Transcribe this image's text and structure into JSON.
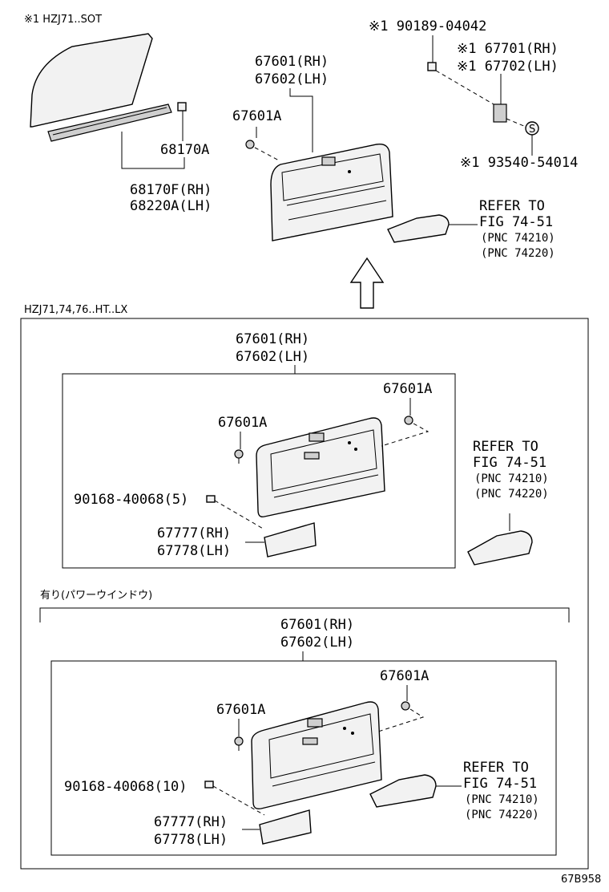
{
  "figure_code": "67B958",
  "top": {
    "model_note": "※1 HZJ71..SOT",
    "labels": {
      "glass_part": "68170A",
      "rail_rh": "68170F(RH)",
      "rail_lh": "68220A(LH)",
      "board_rh": "67601(RH)",
      "board_lh": "67602(LH)",
      "clip": "67601A",
      "screw": "※1 90189-04042",
      "bracket_rh": "※1 67701(RH)",
      "bracket_lh": "※1 67702(LH)",
      "bolt": "※1 93540-54014",
      "refer_1": "REFER TO",
      "refer_2": "FIG 74-51",
      "refer_3": "(PNC 74210)",
      "refer_4": "(PNC 74220)"
    }
  },
  "middle": {
    "model_note": "HZJ71,74,76..HT..LX",
    "labels": {
      "board_rh": "67601(RH)",
      "board_lh": "67602(LH)",
      "clip_right": "67601A",
      "clip_left": "67601A",
      "screw": "90168-40068(5)",
      "pocket_rh": "67777(RH)",
      "pocket_lh": "67778(LH)",
      "refer_1": "REFER TO",
      "refer_2": "FIG 74-51",
      "refer_3": "(PNC 74210)",
      "refer_4": "(PNC 74220)"
    }
  },
  "bottom": {
    "section_note": "有り(パワーウインドウ)",
    "labels": {
      "board_rh": "67601(RH)",
      "board_lh": "67602(LH)",
      "clip_right": "67601A",
      "clip_left": "67601A",
      "screw": "90168-40068(10)",
      "pocket_rh": "67777(RH)",
      "pocket_lh": "67778(LH)",
      "refer_1": "REFER TO",
      "refer_2": "FIG 74-51",
      "refer_3": "(PNC 74210)",
      "refer_4": "(PNC 74220)"
    }
  }
}
